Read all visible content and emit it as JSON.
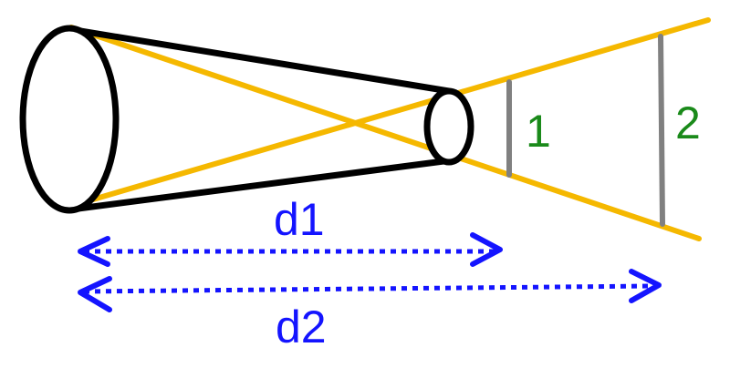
{
  "labels": {
    "plane_1": "1",
    "plane_2": "2",
    "distance_1": "d1",
    "distance_2": "d2"
  },
  "colors": {
    "rays": "#f5b800",
    "cone": "#000000",
    "planes": "#808080",
    "plane_labels": "#1a8a1a",
    "distances": "#1414ff"
  }
}
